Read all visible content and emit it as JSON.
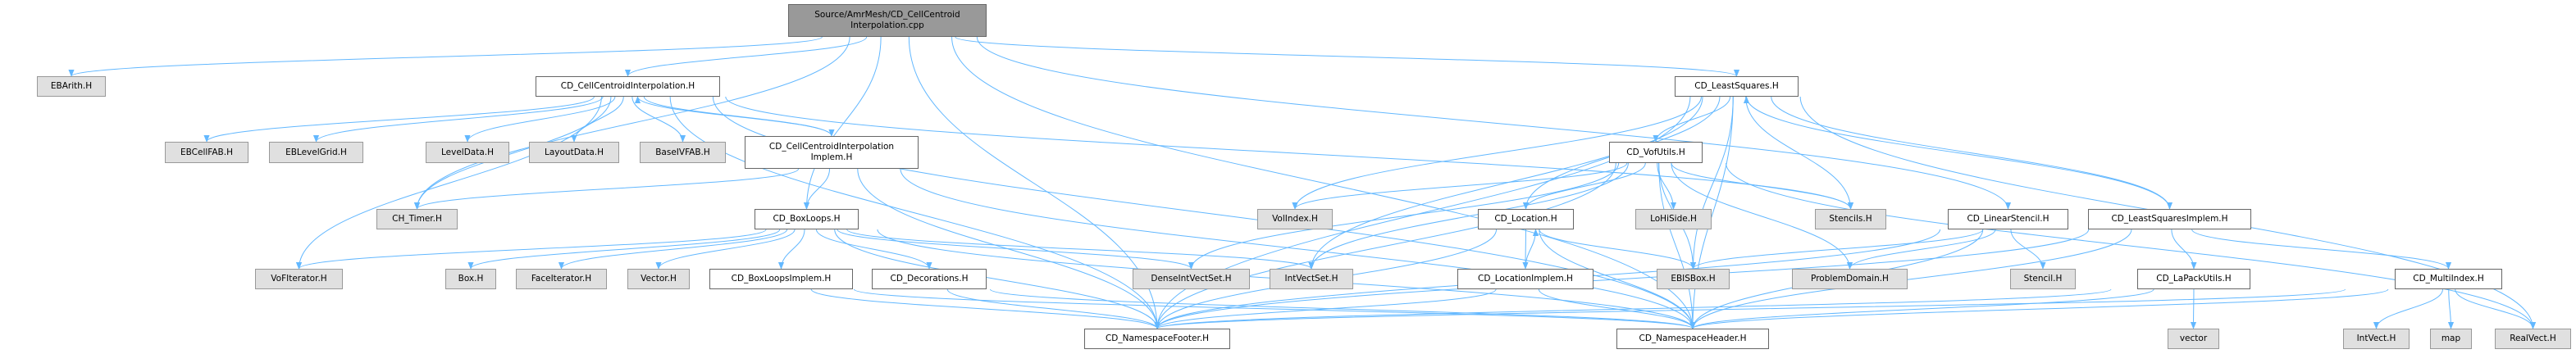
{
  "colors": {
    "edge": "#63b8ff",
    "root_fill": "#999999",
    "documented_fill": "#ffffff",
    "external_fill": "#e0e0e0",
    "border": "#666666"
  },
  "nodes": [
    {
      "id": "root",
      "label": "Source/AmrMesh/CD_CellCentroid\nInterpolation.cpp",
      "kind": "root"
    },
    {
      "id": "ebarith",
      "label": "EBArith.H",
      "kind": "ext"
    },
    {
      "id": "cci",
      "label": "CD_CellCentroidInterpolation.H",
      "kind": "doc"
    },
    {
      "id": "ebcellfab",
      "label": "EBCellFAB.H",
      "kind": "ext"
    },
    {
      "id": "eblevelgrid",
      "label": "EBLevelGrid.H",
      "kind": "ext"
    },
    {
      "id": "leveldata",
      "label": "LevelData.H",
      "kind": "ext"
    },
    {
      "id": "layoutdata",
      "label": "LayoutData.H",
      "kind": "ext"
    },
    {
      "id": "baseivfab",
      "label": "BaseIVFAB.H",
      "kind": "ext"
    },
    {
      "id": "cciimpl",
      "label": "CD_CellCentroidInterpolation\nImplem.H",
      "kind": "doc"
    },
    {
      "id": "chtimer",
      "label": "CH_Timer.H",
      "kind": "ext"
    },
    {
      "id": "boxloops",
      "label": "CD_BoxLoops.H",
      "kind": "doc"
    },
    {
      "id": "vofiterator",
      "label": "VoFIterator.H",
      "kind": "ext"
    },
    {
      "id": "box",
      "label": "Box.H",
      "kind": "ext"
    },
    {
      "id": "faceiterator",
      "label": "FaceIterator.H",
      "kind": "ext"
    },
    {
      "id": "vectorh",
      "label": "Vector.H",
      "kind": "ext"
    },
    {
      "id": "boxloopsimpl",
      "label": "CD_BoxLoopsImplem.H",
      "kind": "doc"
    },
    {
      "id": "decorations",
      "label": "CD_Decorations.H",
      "kind": "doc"
    },
    {
      "id": "denseivs",
      "label": "DenseIntVectSet.H",
      "kind": "ext"
    },
    {
      "id": "ivs",
      "label": "IntVectSet.H",
      "kind": "ext"
    },
    {
      "id": "nsfooter",
      "label": "CD_NamespaceFooter.H",
      "kind": "doc"
    },
    {
      "id": "volindex",
      "label": "VolIndex.H",
      "kind": "ext"
    },
    {
      "id": "location",
      "label": "CD_Location.H",
      "kind": "doc"
    },
    {
      "id": "lohiside",
      "label": "LoHiSide.H",
      "kind": "ext"
    },
    {
      "id": "vofutils",
      "label": "CD_VofUtils.H",
      "kind": "doc"
    },
    {
      "id": "locationimpl",
      "label": "CD_LocationImplem.H",
      "kind": "doc"
    },
    {
      "id": "ebisbox",
      "label": "EBISBox.H",
      "kind": "ext"
    },
    {
      "id": "leastsquares",
      "label": "CD_LeastSquares.H",
      "kind": "doc"
    },
    {
      "id": "nsheader",
      "label": "CD_NamespaceHeader.H",
      "kind": "doc"
    },
    {
      "id": "stencils",
      "label": "Stencils.H",
      "kind": "ext"
    },
    {
      "id": "linearstencil",
      "label": "CD_LinearStencil.H",
      "kind": "doc"
    },
    {
      "id": "lsimpl",
      "label": "CD_LeastSquaresImplem.H",
      "kind": "doc"
    },
    {
      "id": "problemdomain",
      "label": "ProblemDomain.H",
      "kind": "ext"
    },
    {
      "id": "stencil",
      "label": "Stencil.H",
      "kind": "ext"
    },
    {
      "id": "lapack",
      "label": "CD_LaPackUtils.H",
      "kind": "doc"
    },
    {
      "id": "multiindex",
      "label": "CD_MultiIndex.H",
      "kind": "doc"
    },
    {
      "id": "vector",
      "label": "vector",
      "kind": "ext"
    },
    {
      "id": "intvect",
      "label": "IntVect.H",
      "kind": "ext"
    },
    {
      "id": "map",
      "label": "map",
      "kind": "ext"
    },
    {
      "id": "realvect",
      "label": "RealVect.H",
      "kind": "ext"
    }
  ],
  "edges": [
    [
      "root",
      "cci"
    ],
    [
      "root",
      "ebarith"
    ],
    [
      "root",
      "chtimer"
    ],
    [
      "root",
      "boxloops"
    ],
    [
      "root",
      "leastsquares"
    ],
    [
      "root",
      "linearstencil"
    ],
    [
      "root",
      "nsheader"
    ],
    [
      "root",
      "nsfooter"
    ],
    [
      "cci",
      "ebcellfab"
    ],
    [
      "cci",
      "eblevelgrid"
    ],
    [
      "cci",
      "leveldata"
    ],
    [
      "cci",
      "layoutdata"
    ],
    [
      "cci",
      "baseivfab"
    ],
    [
      "cci",
      "vofiterator"
    ],
    [
      "cci",
      "chtimer"
    ],
    [
      "cci",
      "stencils"
    ],
    [
      "cci",
      "cciimpl"
    ],
    [
      "cci",
      "nsheader"
    ],
    [
      "cci",
      "nsfooter"
    ],
    [
      "cciimpl",
      "cci"
    ],
    [
      "cciimpl",
      "chtimer"
    ],
    [
      "cciimpl",
      "boxloops"
    ],
    [
      "cciimpl",
      "nsheader"
    ],
    [
      "cciimpl",
      "nsfooter"
    ],
    [
      "boxloops",
      "vofiterator"
    ],
    [
      "boxloops",
      "box"
    ],
    [
      "boxloops",
      "faceiterator"
    ],
    [
      "boxloops",
      "vectorh"
    ],
    [
      "boxloops",
      "boxloopsimpl"
    ],
    [
      "boxloops",
      "decorations"
    ],
    [
      "boxloops",
      "denseivs"
    ],
    [
      "boxloops",
      "ivs"
    ],
    [
      "boxloops",
      "nsheader"
    ],
    [
      "boxloops",
      "nsfooter"
    ],
    [
      "boxloopsimpl",
      "nsheader"
    ],
    [
      "boxloopsimpl",
      "nsfooter"
    ],
    [
      "decorations",
      "nsheader"
    ],
    [
      "decorations",
      "nsfooter"
    ],
    [
      "leastsquares",
      "vofutils"
    ],
    [
      "leastsquares",
      "location"
    ],
    [
      "leastsquares",
      "volindex"
    ],
    [
      "leastsquares",
      "ivs"
    ],
    [
      "leastsquares",
      "stencils"
    ],
    [
      "leastsquares",
      "lsimpl"
    ],
    [
      "leastsquares",
      "ebisbox"
    ],
    [
      "leastsquares",
      "realvect"
    ],
    [
      "leastsquares",
      "nsheader"
    ],
    [
      "leastsquares",
      "nsfooter"
    ],
    [
      "lsimpl",
      "leastsquares"
    ],
    [
      "lsimpl",
      "multiindex"
    ],
    [
      "lsimpl",
      "lapack"
    ],
    [
      "lsimpl",
      "nsheader"
    ],
    [
      "lsimpl",
      "nsfooter"
    ],
    [
      "vofutils",
      "location"
    ],
    [
      "vofutils",
      "volindex"
    ],
    [
      "vofutils",
      "denseivs"
    ],
    [
      "vofutils",
      "ivs"
    ],
    [
      "vofutils",
      "lohiside"
    ],
    [
      "vofutils",
      "ebisbox"
    ],
    [
      "vofutils",
      "stencils"
    ],
    [
      "vofutils",
      "problemdomain"
    ],
    [
      "vofutils",
      "realvect"
    ],
    [
      "vofutils",
      "nsheader"
    ],
    [
      "vofutils",
      "nsfooter"
    ],
    [
      "location",
      "locationimpl"
    ],
    [
      "location",
      "ebisbox"
    ],
    [
      "location",
      "nsheader"
    ],
    [
      "location",
      "nsfooter"
    ],
    [
      "locationimpl",
      "location"
    ],
    [
      "locationimpl",
      "nsheader"
    ],
    [
      "locationimpl",
      "nsfooter"
    ],
    [
      "linearstencil",
      "ebisbox"
    ],
    [
      "linearstencil",
      "problemdomain"
    ],
    [
      "linearstencil",
      "stencil"
    ],
    [
      "linearstencil",
      "nsheader"
    ],
    [
      "linearstencil",
      "nsfooter"
    ],
    [
      "lapack",
      "vector"
    ],
    [
      "lapack",
      "nsheader"
    ],
    [
      "lapack",
      "nsfooter"
    ],
    [
      "multiindex",
      "intvect"
    ],
    [
      "multiindex",
      "map"
    ],
    [
      "multiindex",
      "realvect"
    ],
    [
      "multiindex",
      "nsheader"
    ],
    [
      "multiindex",
      "nsfooter"
    ]
  ]
}
